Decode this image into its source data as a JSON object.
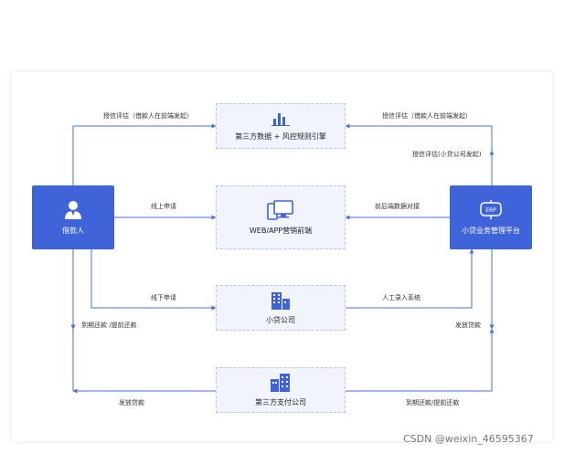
{
  "boxes": {
    "risk_engine": "第三方数据 + 风控规则引擎",
    "web_app": "WEB/APP营销前端",
    "loan_company": "小贷公司",
    "payment": "第三方支付公司"
  },
  "actors": {
    "borrower": "借款人",
    "platform": "小贷业务管理平台",
    "erp_badge": "ERP"
  },
  "labels": {
    "credit_eval_left": "授信评估（借款人在前端发起）",
    "credit_eval_right": "授信评估（借款人在前端发起）",
    "credit_eval_company": "授信评估(小贷公司发起)",
    "online_apply": "线上申请",
    "data_docking": "前后端数据对接",
    "offline_apply": "线下申请",
    "manual_entry": "人工录入系统",
    "repay_left": "到期还款 /提前还款",
    "disburse_right": "发放贷款",
    "disburse_left": "发放贷款",
    "repay_right": "到期还款/提前还款"
  },
  "colors": {
    "accent": "#3f63d9",
    "line": "#4a6ee0",
    "box_fill": "#f1f4fd"
  },
  "watermark": "CSDN @weixin_46595367"
}
